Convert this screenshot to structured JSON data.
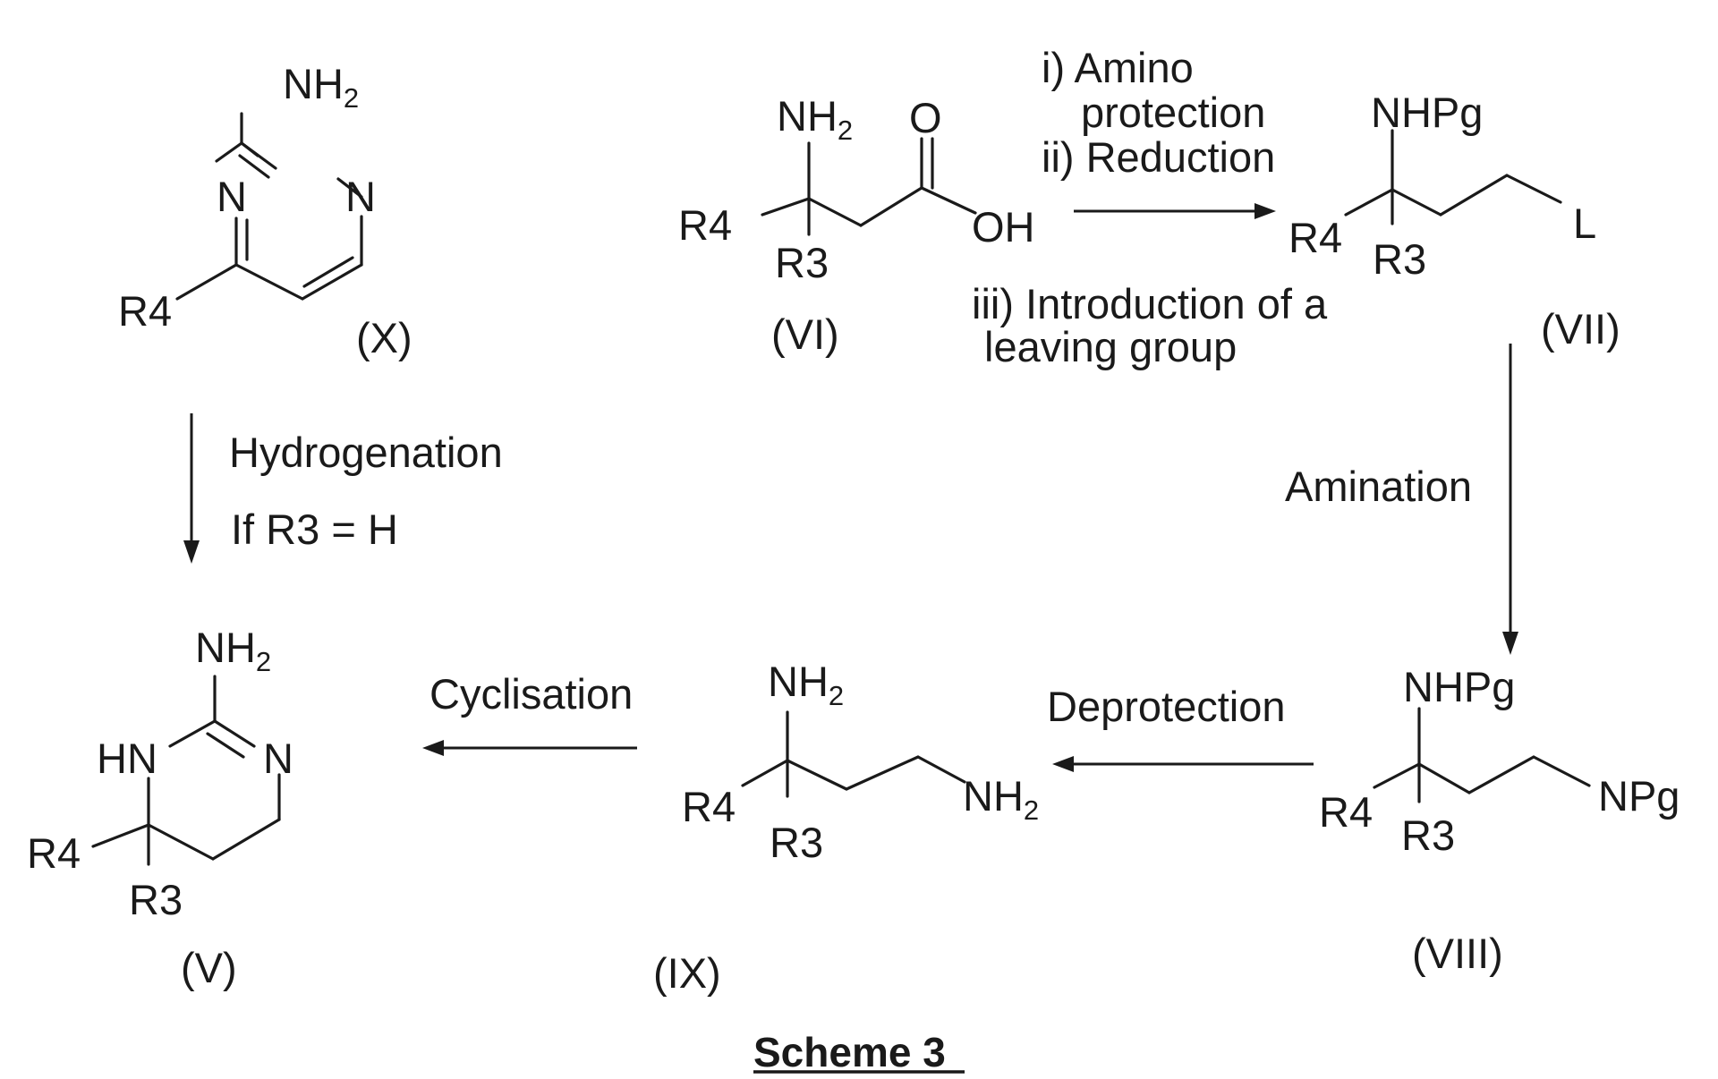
{
  "scheme": {
    "title": "Scheme 3"
  },
  "compounds": {
    "X": {
      "label": "(X)",
      "nh2": "NH",
      "nh2_sub": "2",
      "n_left": "N",
      "n_right": "N",
      "r4": "R4"
    },
    "VI": {
      "label": "(VI)",
      "nh2": "NH",
      "nh2_sub": "2",
      "o": "O",
      "oh": "OH",
      "r4": "R4",
      "r3": "R3"
    },
    "VII": {
      "label": "(VII)",
      "nhpg": "NHPg",
      "r4": "R4",
      "r3": "R3",
      "l": "L"
    },
    "VIII": {
      "label": "(VIII)",
      "nhpg": "NHPg",
      "npg": "NPg",
      "r4": "R4",
      "r3": "R3"
    },
    "IX": {
      "label": "(IX)",
      "nh2_top": "NH",
      "nh2_top_sub": "2",
      "nh2_end": "NH",
      "nh2_end_sub": "2",
      "r4": "R4",
      "r3": "R3"
    },
    "V": {
      "label": "(V)",
      "nh2": "NH",
      "nh2_sub": "2",
      "hn": "HN",
      "n": "N",
      "r4": "R4",
      "r3": "R3"
    }
  },
  "reactions": {
    "step1": {
      "line1": "i) Amino",
      "line2": "protection",
      "line3": "ii) Reduction",
      "line4": "iii) Introduction of a",
      "line5": "leaving group"
    },
    "amination": "Amination",
    "deprotection": "Deprotection",
    "cyclisation": "Cyclisation",
    "hydrogenation": {
      "line1": "Hydrogenation",
      "line2": "If R3 = H"
    }
  }
}
